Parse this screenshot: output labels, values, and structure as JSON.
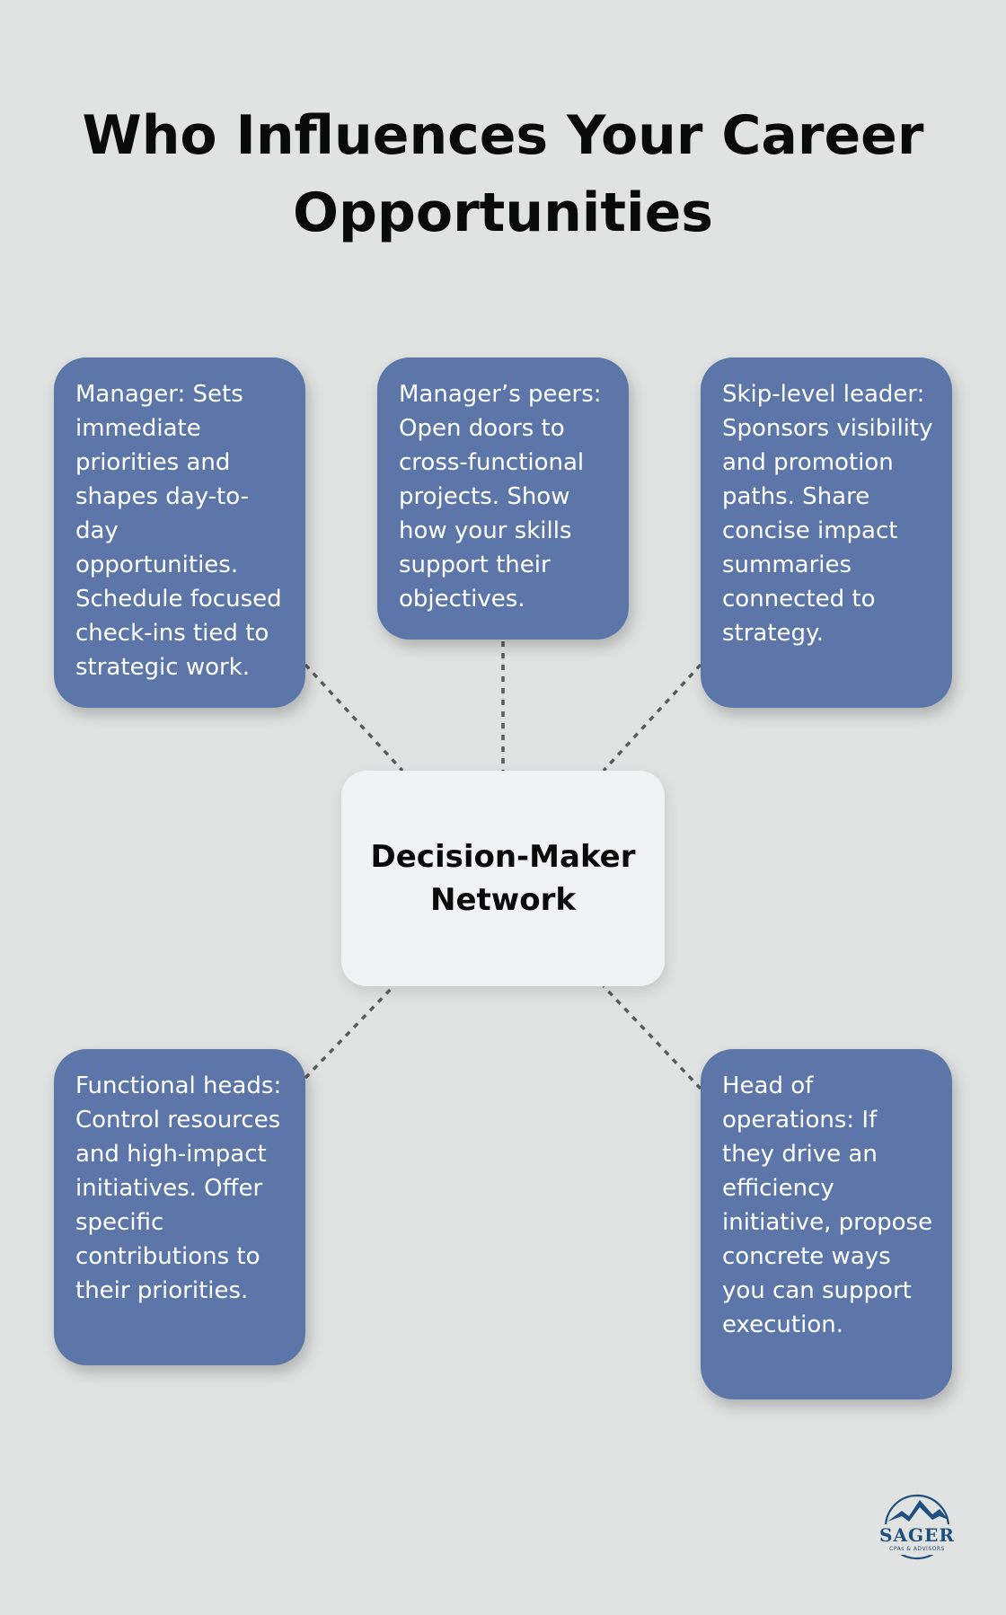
{
  "title": "Who Influences Your Career Opportunities",
  "center": {
    "label": "Decision-Maker Network"
  },
  "nodes": [
    {
      "id": "manager",
      "text": "Manager: Sets immediate priorities and shapes day-to-day opportunities. Schedule focused check-ins tied to strategic work."
    },
    {
      "id": "managers-peers",
      "text": "Manager’s peers: Open doors to cross-functional projects. Show how your skills support their objectives."
    },
    {
      "id": "skip-level-leader",
      "text": "Skip-level leader: Sponsors visibility and promotion paths. Share concise impact summaries connected to strategy."
    },
    {
      "id": "functional-heads",
      "text": "Functional heads: Control resources and high-impact initiatives. Offer specific contributions to their priorities."
    },
    {
      "id": "head-of-operations",
      "text": "Head of operations: If they drive an efficiency initiative, propose concrete ways you can support execution."
    }
  ],
  "logo": {
    "name": "SAGER",
    "tagline": "CPAs & ADVISORS"
  },
  "colors": {
    "background": "#e1e3e2",
    "node": "#5d76a9",
    "center": "#f1f2f3",
    "connector": "#5a5a5a",
    "logo": "#1e4f7c"
  }
}
